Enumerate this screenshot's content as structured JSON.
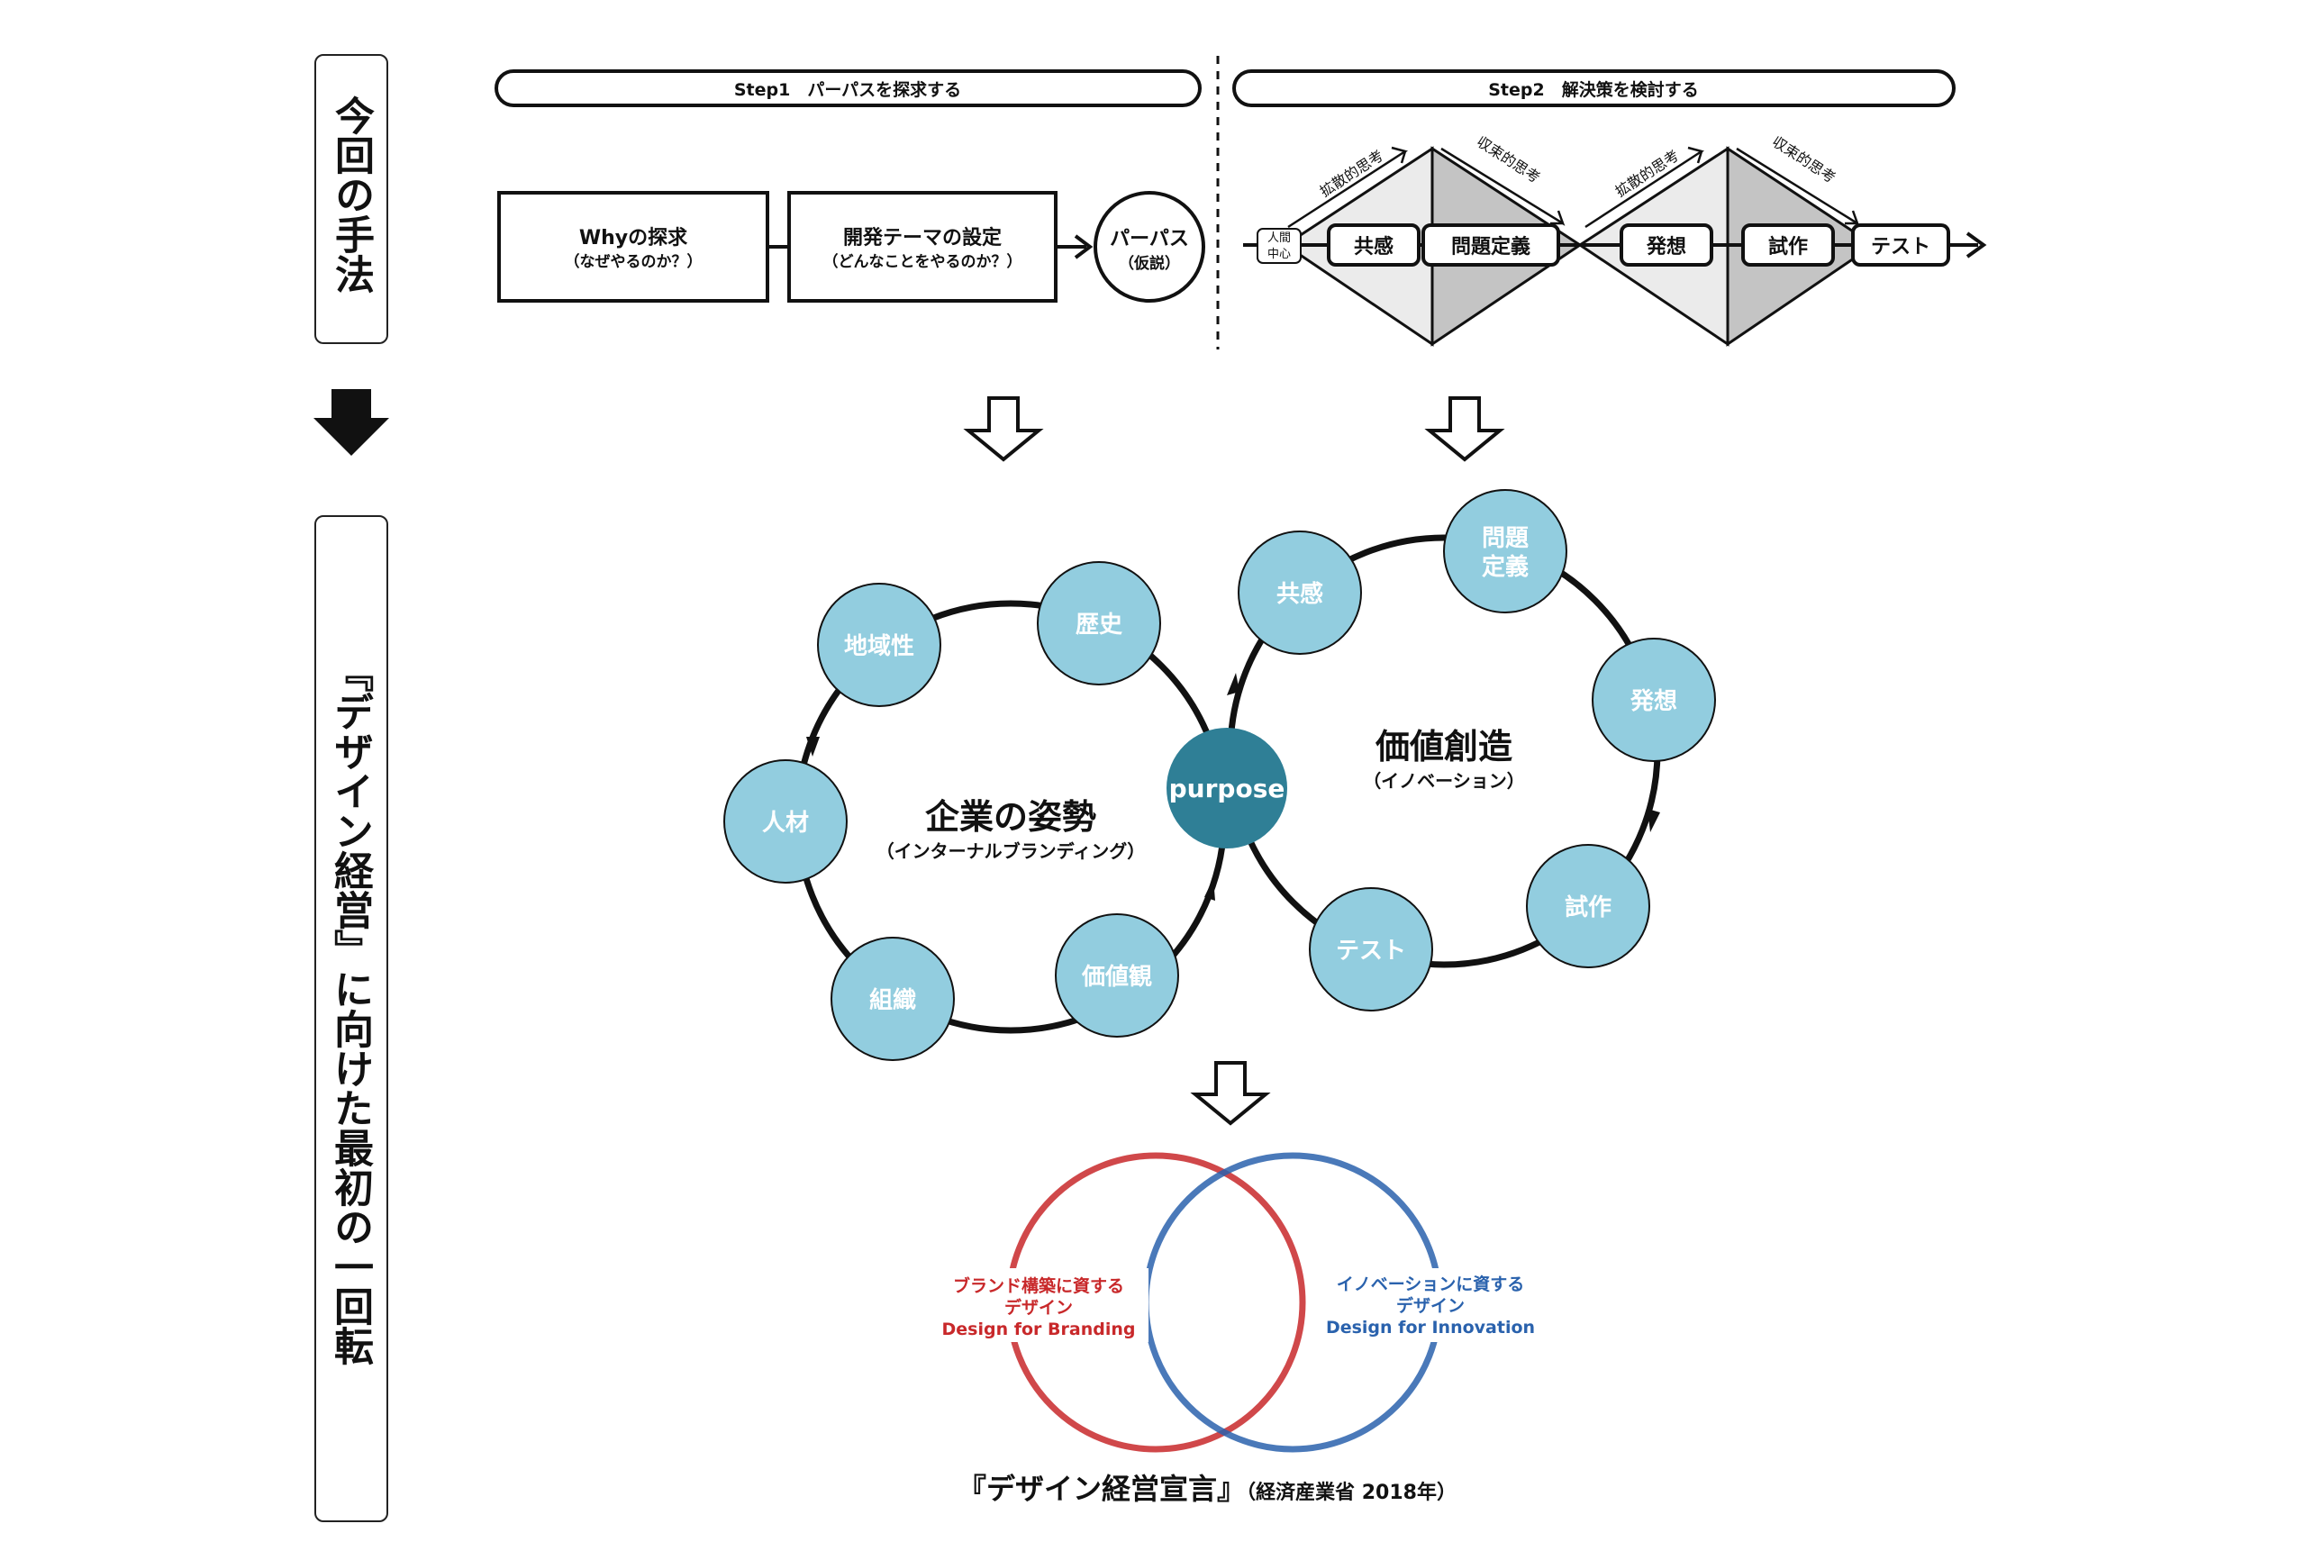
{
  "left_bar": {
    "method_label": "今回の手法",
    "purpose_label": "『デザイン経営』に向けた最初の一回転"
  },
  "step1": {
    "title": "Step1　パーパスを探求する",
    "box1": {
      "line1": "Whyの探求",
      "line2": "（なぜやるのか？）"
    },
    "box2": {
      "line1": "開発テーマの設定",
      "line2": "（どんなことをやるのか？）"
    },
    "result": {
      "line1": "パーパス",
      "line2": "（仮説）"
    }
  },
  "step2": {
    "title": "Step2　解決策を検討する",
    "start": {
      "line1": "人間",
      "line2": "中心"
    },
    "stages": [
      "共感",
      "問題定義",
      "発想",
      "試作",
      "テスト"
    ],
    "diverge": "拡散的思考",
    "converge": "収束的思考"
  },
  "loop_left": {
    "title": "企業の姿勢",
    "subtitle": "（インターナルブランディング）",
    "nodes": [
      "地域性",
      "歴史",
      "人材",
      "組織",
      "価値観"
    ]
  },
  "center_node": "purpose",
  "loop_right": {
    "title": "価値創造",
    "subtitle": "（イノベーション）",
    "nodes": [
      "共感",
      "問題\n定義",
      "発想",
      "試作",
      "テスト"
    ]
  },
  "venn": {
    "left": {
      "line1": "ブランド構築に資する",
      "line2": "デザイン",
      "line3": "Design for Branding"
    },
    "right": {
      "line1": "イノベーションに資する",
      "line2": "デザイン",
      "line3": "Design for Innovation"
    }
  },
  "source": {
    "main": "『デザイン経営宣言』",
    "sub": "（経済産業省 2018年）"
  },
  "colors": {
    "node_fill": "#92cddf",
    "purpose_fill": "#2f7f96",
    "branding_red": "#c8282a",
    "innovation_blue": "#2a62ad",
    "diamond_light": "#ebebeb",
    "diamond_dark": "#c4c4c4"
  }
}
